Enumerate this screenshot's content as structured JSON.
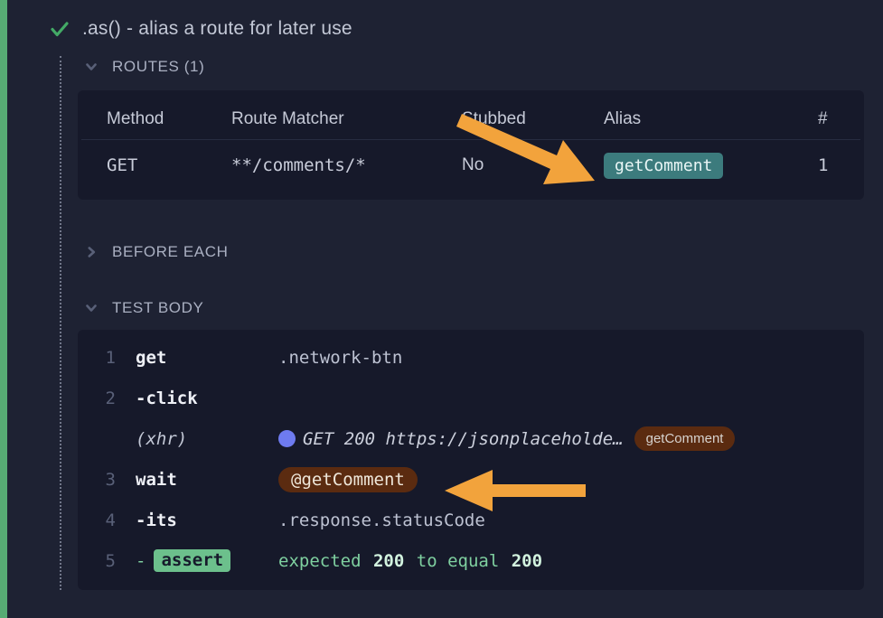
{
  "colors": {
    "pass_green": "#57ab74",
    "check_green": "#43aa66",
    "arrow_orange": "#f2a33c",
    "teal_badge_bg": "#3c7b7d",
    "brown_badge_bg": "#5b2b10",
    "assert_badge_bg": "#6cc08c",
    "xhr_dot_blue": "#6e7bf0",
    "panel_bg": "#16192a",
    "page_bg": "#1e2233"
  },
  "test": {
    "status": "passed",
    "status_icon": "checkmark-icon",
    "title": ".as() - alias a route for later use"
  },
  "routes": {
    "header": "ROUTES (1)",
    "expanded": true,
    "chevron_icon": "chevron-down-icon",
    "columns": {
      "method": "Method",
      "route_matcher": "Route Matcher",
      "stubbed": "Stubbed",
      "alias": "Alias",
      "count": "#"
    },
    "rows": [
      {
        "method": "GET",
        "route_matcher": "**/comments/*",
        "stubbed": "No",
        "alias": "getComment",
        "count": "1"
      }
    ]
  },
  "before_each": {
    "header": "BEFORE EACH",
    "expanded": false,
    "chevron_icon": "chevron-right-icon"
  },
  "test_body": {
    "header": "TEST BODY",
    "expanded": true,
    "chevron_icon": "chevron-down-icon",
    "commands": [
      {
        "number": "1",
        "name": "get",
        "message": ".network-btn"
      },
      {
        "number": "2",
        "name": "-click",
        "message": ""
      },
      {
        "number": "",
        "name": "(xhr)",
        "event": true,
        "dot_icon": "xhr-status-dot",
        "message": "GET 200 https://jsonplaceholde…",
        "alias_badge": "getComment"
      },
      {
        "number": "3",
        "name": "wait",
        "wait_badge": "@getComment"
      },
      {
        "number": "4",
        "name": "-its",
        "message": ".response.statusCode"
      },
      {
        "number": "5",
        "dash": "-",
        "assert_badge": "assert",
        "segments": {
          "s0": "expected",
          "s1": "200",
          "s2": "to equal",
          "s3": "200"
        }
      }
    ]
  },
  "annotations": {
    "arrow1": "hand-drawn orange arrow pointing to the getComment alias badge in the routes table",
    "arrow2": "hand-drawn orange arrow pointing to the @getComment wait badge in the command log"
  }
}
